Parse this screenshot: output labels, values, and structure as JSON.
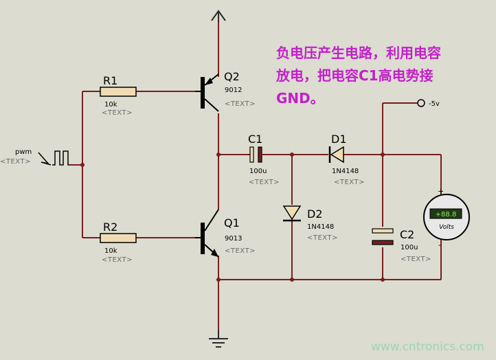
{
  "pwm": {
    "name": "pwm",
    "tag": "<TEXT>"
  },
  "r1": {
    "ref": "R1",
    "value": "10k",
    "tag": "<TEXT>"
  },
  "r2": {
    "ref": "R2",
    "value": "10k",
    "tag": "<TEXT>"
  },
  "q2": {
    "ref": "Q2",
    "value": "9012",
    "tag": "<TEXT>"
  },
  "q1": {
    "ref": "Q1",
    "value": "9013",
    "tag": "<TEXT>"
  },
  "c1": {
    "ref": "C1",
    "value": "100u",
    "tag": "<TEXT>"
  },
  "c2": {
    "ref": "C2",
    "value": "100u",
    "tag": "<TEXT>"
  },
  "d1": {
    "ref": "D1",
    "value": "1N4148",
    "tag": "<TEXT>"
  },
  "d2": {
    "ref": "D2",
    "value": "1N4148",
    "tag": "<TEXT>"
  },
  "output": {
    "label": "-5v"
  },
  "voltmeter": {
    "display": "+88.8",
    "unit": "Volts",
    "plus": "+",
    "minus": "-"
  },
  "note": {
    "line1": "负电压产生电路，利用电容",
    "line2": "放电，把电容C1高电势接",
    "line3": "GND。"
  },
  "watermark": "www.cntronics.com",
  "colors": {
    "wire": "#7a1e1e",
    "background": "#dcdcd0",
    "note": "#c21fc9",
    "component_fill": "#f0dcb4"
  }
}
